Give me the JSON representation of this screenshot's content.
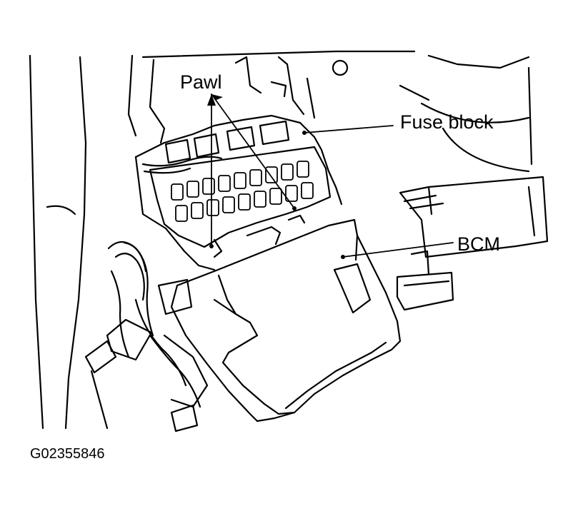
{
  "figure": {
    "labels": {
      "pawl": "Pawl",
      "fuse_block": "Fuse block",
      "bcm": "BCM"
    },
    "figure_id": "G02355846"
  },
  "colors": {
    "line": "#000000",
    "background": "#ffffff"
  }
}
